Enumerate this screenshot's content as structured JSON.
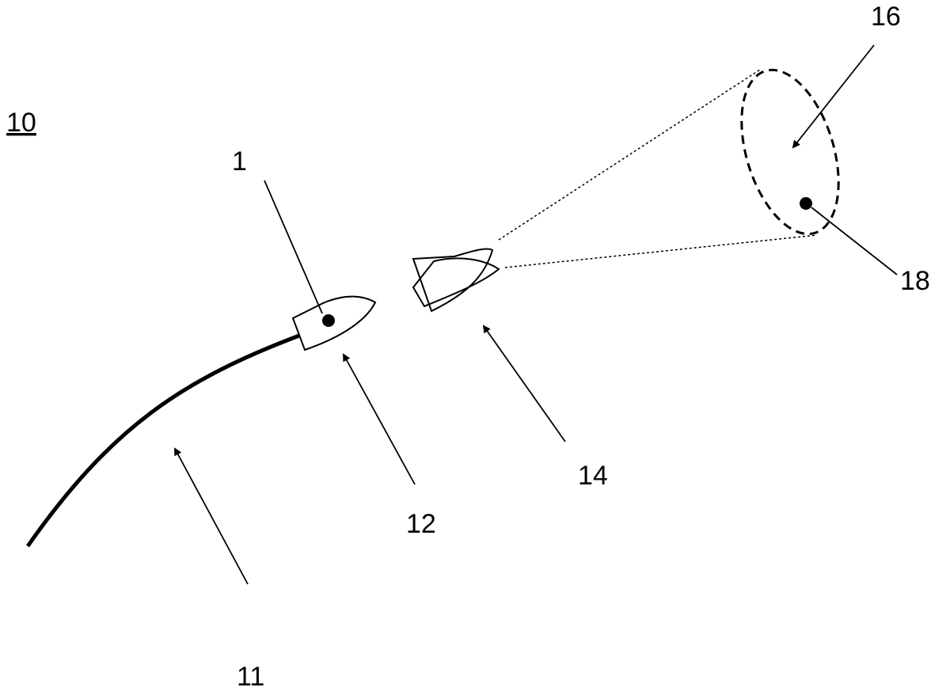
{
  "figure": {
    "labels": {
      "figure_number": "10",
      "path": "11",
      "projectile_marker": "1",
      "projectile": "12",
      "future_projectile": "14",
      "target_region": "16",
      "target_point": "18"
    },
    "colors": {
      "ink": "#000000",
      "background": "#ffffff"
    }
  }
}
